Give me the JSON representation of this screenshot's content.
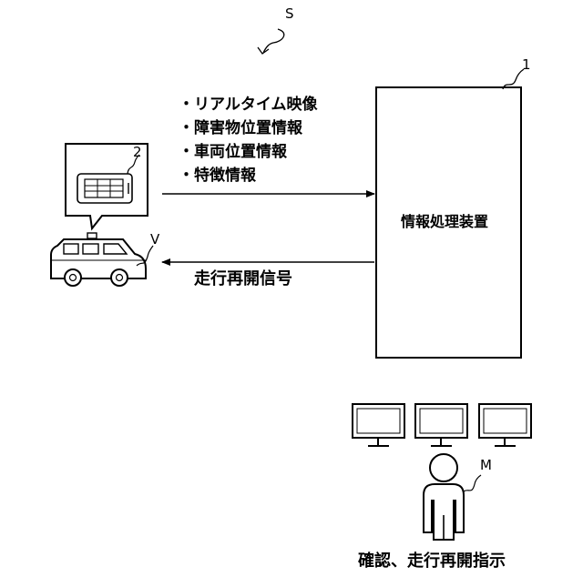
{
  "labels": {
    "system_ref": "S",
    "device_ref": "1",
    "terminal_ref": "2",
    "vehicle_ref": "V",
    "monitor_ref": "M"
  },
  "data_items": [
    "・リアルタイム映像",
    "・障害物位置情報",
    "・車両位置情報",
    "・特徴情報"
  ],
  "device_label": "情報処理装置",
  "restart_signal": "走行再開信号",
  "operator_caption": "確認、走行再開指示"
}
